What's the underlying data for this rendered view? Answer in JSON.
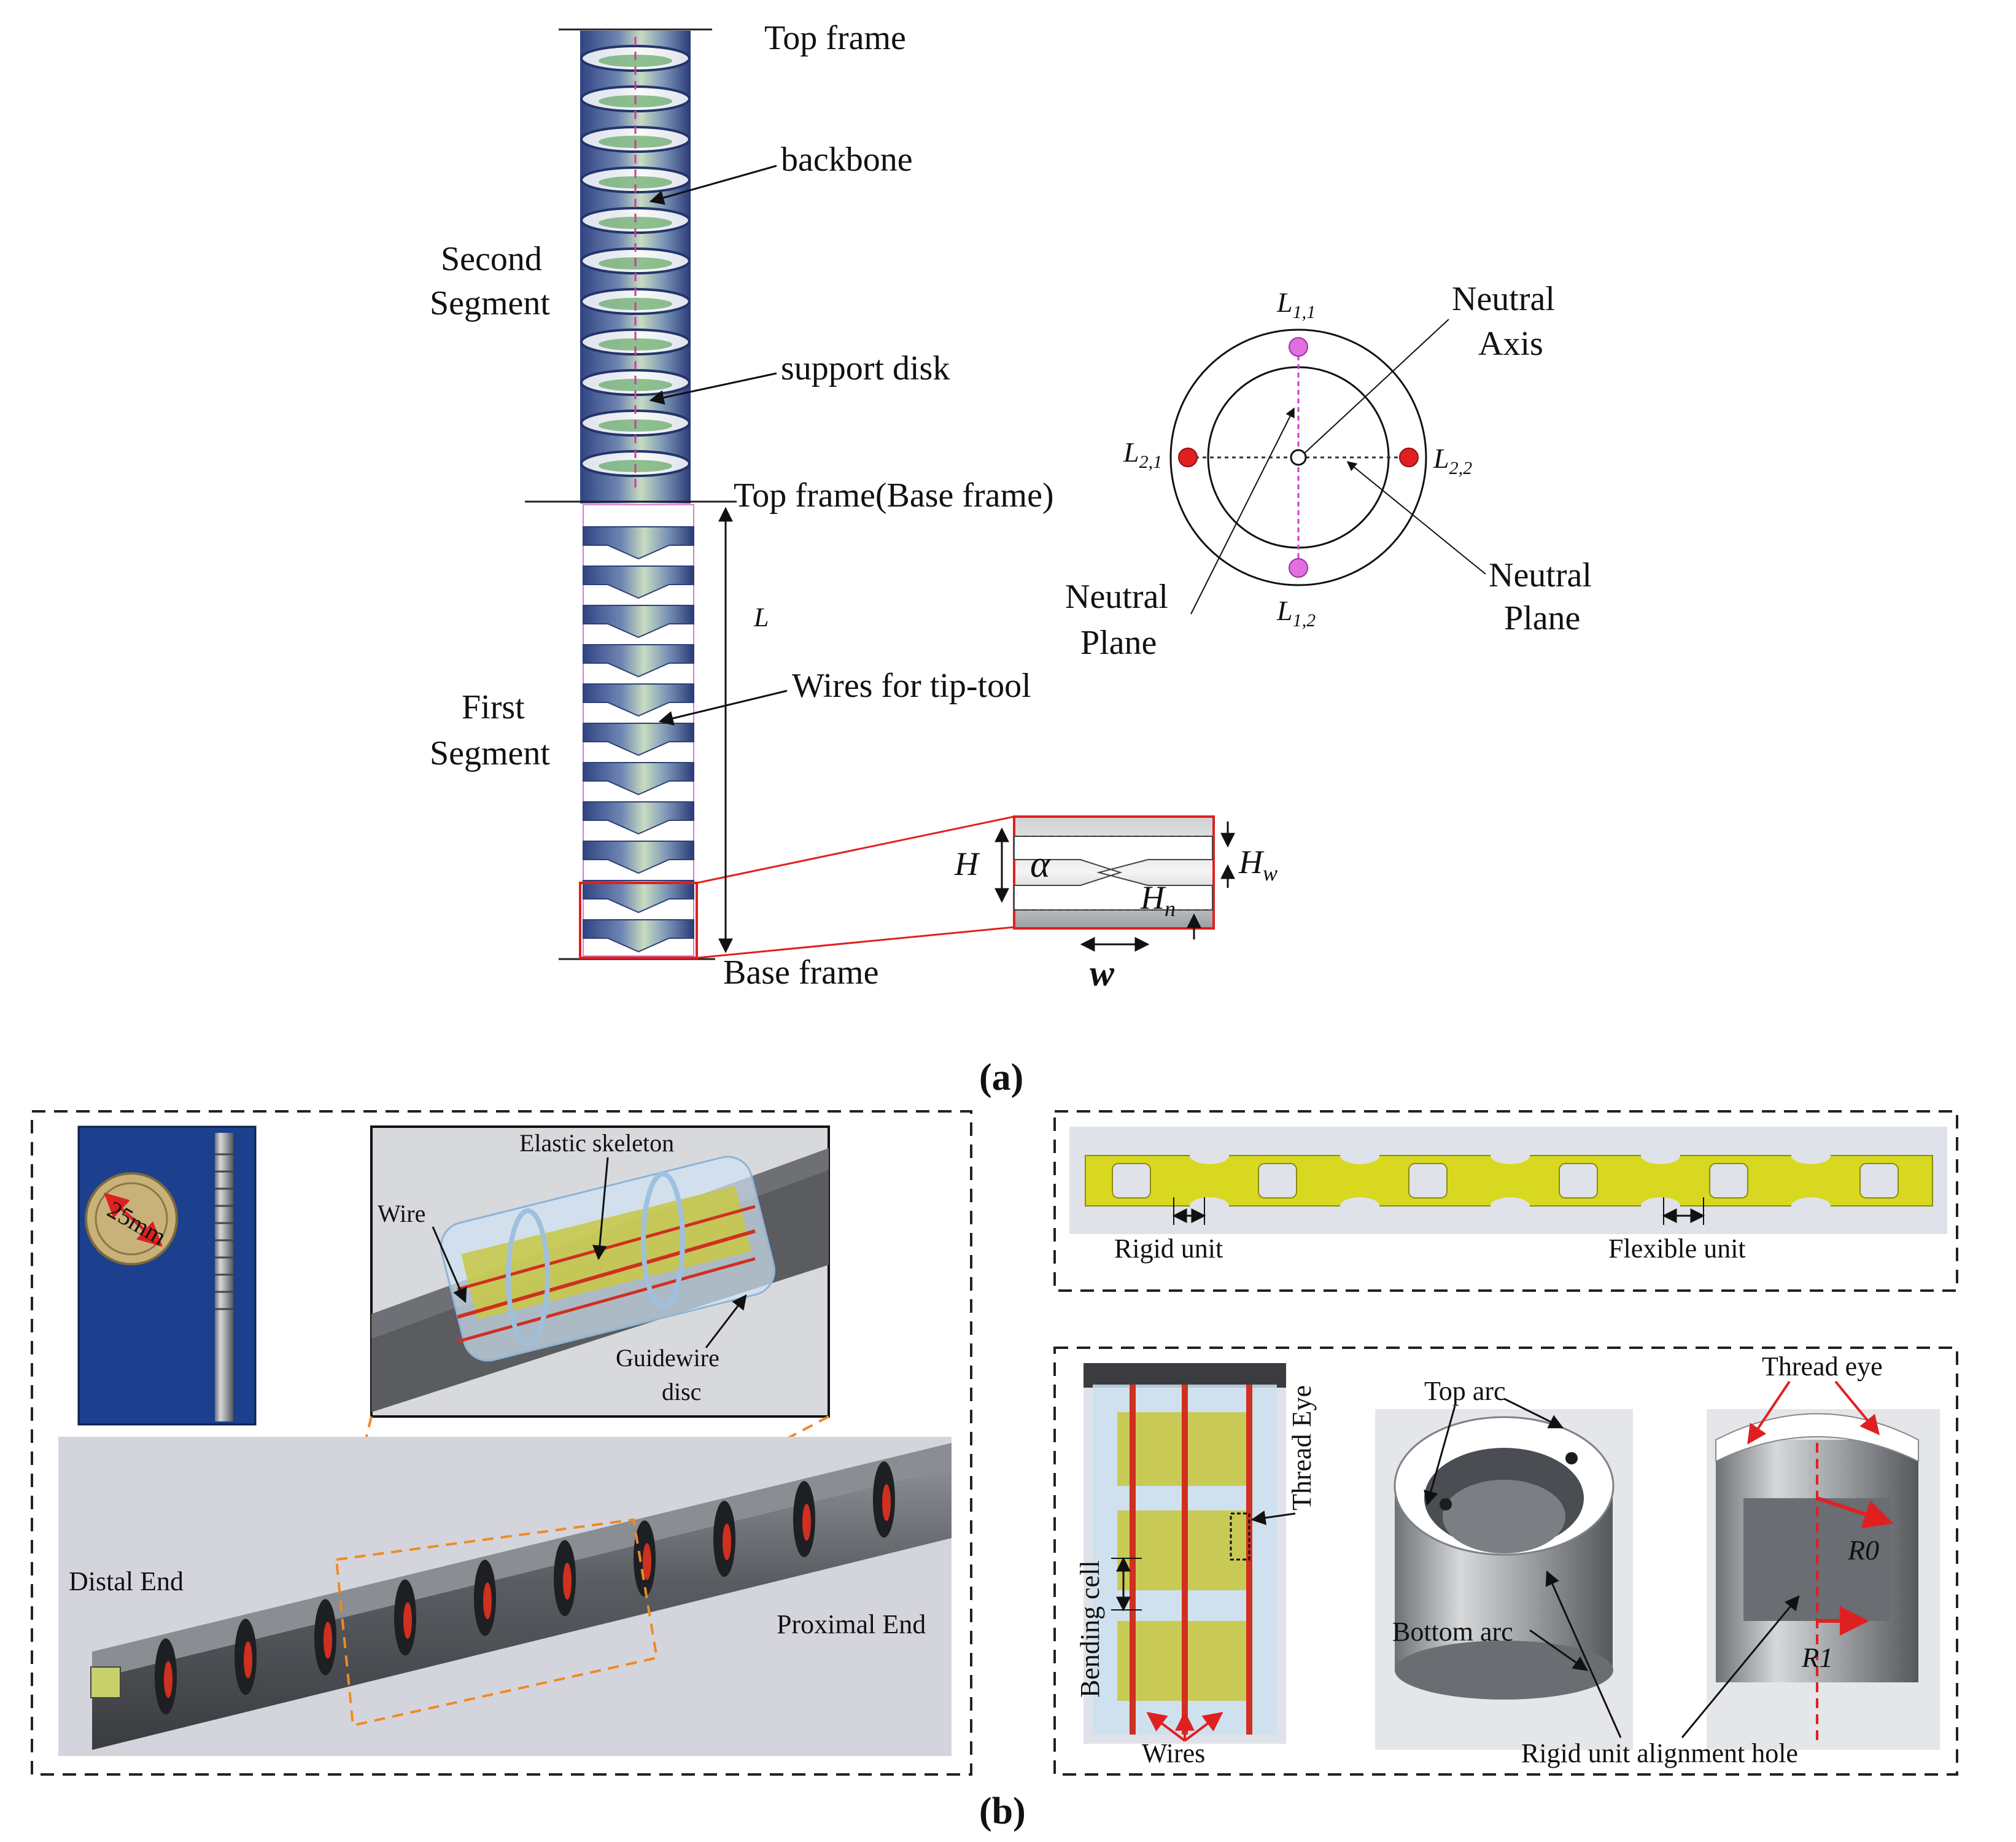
{
  "panel_a": {
    "caption": "(a)",
    "labels": {
      "top_frame": "Top frame",
      "backbone": "backbone",
      "second_segment_1": "Second",
      "second_segment_2": "Segment",
      "support_disk": "support disk",
      "top_frame_base": "Top frame(Base frame)",
      "length_symbol": "L",
      "first_segment_1": "First",
      "first_segment_2": "Segment",
      "wires_tip_tool": "Wires for tip-tool",
      "base_frame": "Base frame"
    },
    "detail": {
      "H": "H",
      "alpha": "α",
      "Hw_base": "H",
      "Hw_sub": "w",
      "Hn_base": "H",
      "Hn_sub": "n",
      "w": "w"
    },
    "cross_section": {
      "L11": "L",
      "L11_sub": "1,1",
      "L12": "L",
      "L12_sub": "1,2",
      "L21": "L",
      "L21_sub": "2,1",
      "L22": "L",
      "L22_sub": "2,2",
      "neutral_axis_1": "Neutral",
      "neutral_axis_2": "Axis",
      "neutral_plane_left_1": "Neutral",
      "neutral_plane_left_2": "Plane",
      "neutral_plane_right_1": "Neutral",
      "neutral_plane_right_2": "Plane"
    }
  },
  "panel_b": {
    "caption": "(b)",
    "left_box": {
      "coin_label": "25mm",
      "elastic_skeleton": "Elastic skeleton",
      "wire": "Wire",
      "guidewire_disc_1": "Guidewire",
      "guidewire_disc_2": "disc",
      "distal_end": "Distal End",
      "proximal_end": "Proximal End"
    },
    "right_top_box": {
      "rigid_unit": "Rigid unit",
      "flexible_unit": "Flexible unit"
    },
    "right_bottom_box": {
      "thread_eye_vertical": "Thread Eye",
      "bending_cell": "Bending cell",
      "wires": "Wires",
      "top_arc": "Top arc",
      "bottom_arc": "Bottom arc",
      "thread_eye": "Thread eye",
      "R0": "R0",
      "R1": "R1",
      "rigid_unit_alignment_hole": "Rigid unit alignment hole"
    }
  },
  "colors": {
    "accent_red": "#e02020",
    "orange_dash": "#f08a24",
    "robot_blue": "#3a4f9a",
    "magenta_dot": "#e070e0",
    "yellow_skeleton": "#d8d820",
    "dark_gray": "#4a4d52"
  }
}
